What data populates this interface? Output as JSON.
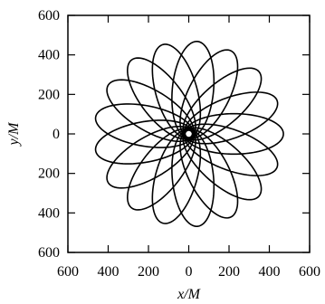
{
  "chart_data": {
    "type": "line",
    "title": "",
    "xlabel": "x/M",
    "ylabel": "y/M",
    "xlim": [
      -600,
      600
    ],
    "ylim": [
      -600,
      600
    ],
    "x_ticks": [
      {
        "value": -600,
        "label": "600"
      },
      {
        "value": -400,
        "label": "400"
      },
      {
        "value": -200,
        "label": "200"
      },
      {
        "value": 0,
        "label": "0"
      },
      {
        "value": 200,
        "label": "200"
      },
      {
        "value": 400,
        "label": "400"
      },
      {
        "value": 600,
        "label": "600"
      }
    ],
    "y_ticks": [
      {
        "value": 600,
        "label": "600"
      },
      {
        "value": 400,
        "label": "400"
      },
      {
        "value": 200,
        "label": "200"
      },
      {
        "value": 0,
        "label": "0"
      },
      {
        "value": -200,
        "label": "200"
      },
      {
        "value": -400,
        "label": "400"
      },
      {
        "value": -600,
        "label": "600"
      }
    ],
    "grid": false,
    "legend": "none",
    "series": [
      {
        "curve": "precessing orbit",
        "periapsis": 20,
        "apoapsis": 470,
        "orbits": 18,
        "precession_per_orbit_deg": 20,
        "color": "#000000"
      }
    ]
  }
}
